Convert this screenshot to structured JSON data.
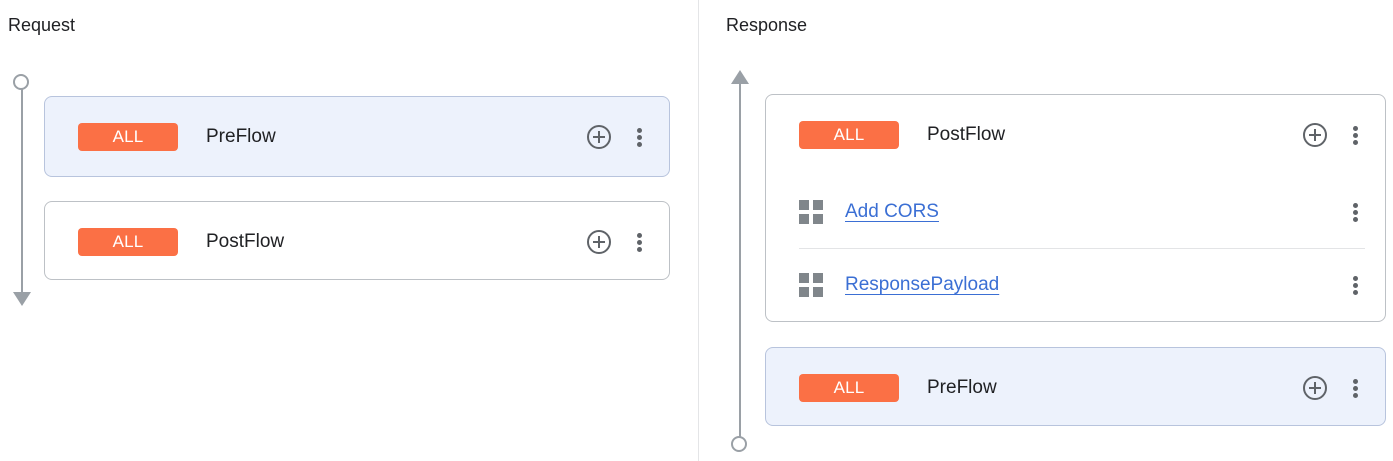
{
  "panes": {
    "request": {
      "title": "Request",
      "connector": {
        "start_icon": "circle-node",
        "end_icon": "arrow-down"
      },
      "cards": [
        {
          "verb": "ALL",
          "name": "PreFlow",
          "selected": true,
          "add_icon": "circle-plus-icon",
          "menu_icon": "kebab-menu-icon",
          "policies": []
        },
        {
          "verb": "ALL",
          "name": "PostFlow",
          "selected": false,
          "add_icon": "circle-plus-icon",
          "menu_icon": "kebab-menu-icon",
          "policies": []
        }
      ]
    },
    "response": {
      "title": "Response",
      "connector": {
        "start_icon": "circle-node",
        "end_icon": "arrow-up"
      },
      "cards": [
        {
          "verb": "ALL",
          "name": "PostFlow",
          "selected": false,
          "add_icon": "circle-plus-icon",
          "menu_icon": "kebab-menu-icon",
          "policies": [
            {
              "icon": "grid-policy-icon",
              "label": "Add CORS",
              "menu_icon": "kebab-menu-icon"
            },
            {
              "icon": "grid-policy-icon",
              "label": "ResponsePayload",
              "menu_icon": "kebab-menu-icon"
            }
          ]
        },
        {
          "verb": "ALL",
          "name": "PreFlow",
          "selected": true,
          "add_icon": "circle-plus-icon",
          "menu_icon": "kebab-menu-icon",
          "policies": []
        }
      ]
    }
  },
  "colors": {
    "verb_badge": "#fb7045",
    "selected_card_bg": "#edf2fc",
    "link": "#3b6fd4",
    "connector": "#9aa0a6",
    "card_border": "#bdc1c6"
  }
}
